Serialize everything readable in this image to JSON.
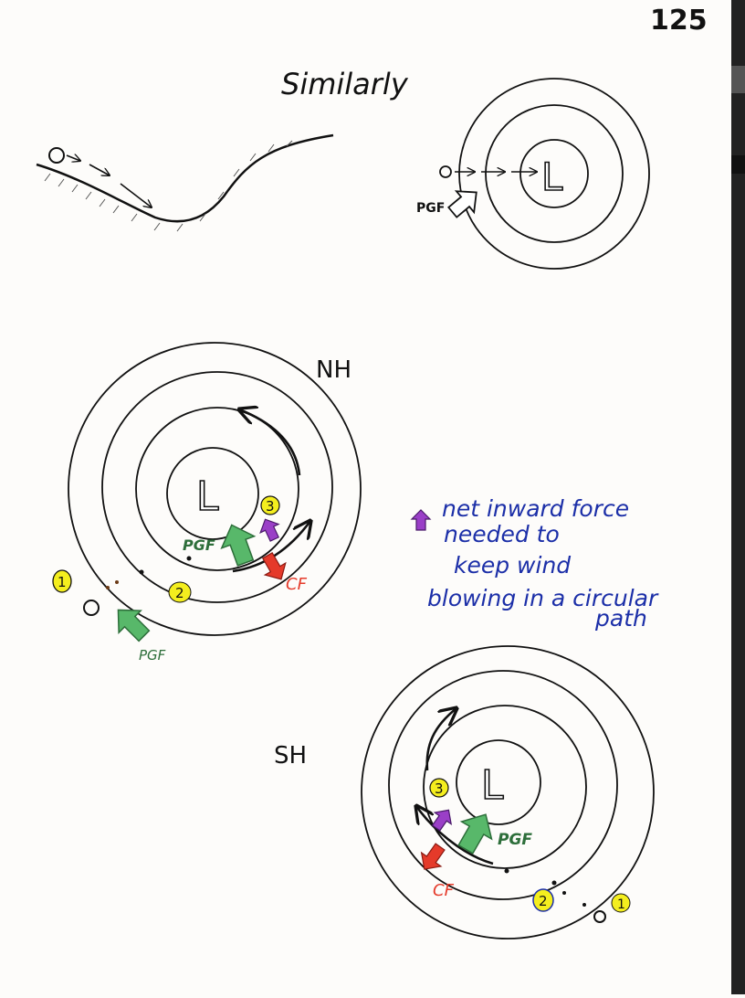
{
  "page_number": "125",
  "title": "Similarly",
  "low_label": "L",
  "pgf_label": "PGF",
  "cf_label": "CF",
  "nh_label": "NH",
  "sh_label": "SH",
  "markers": {
    "one": "1",
    "two": "2",
    "three": "3"
  },
  "note_lines": [
    "net inward force",
    "needed to",
    "keep wind",
    "blowing in a circular",
    "path"
  ],
  "colors": {
    "pgf_green": "#58b86a",
    "pgf_text_green": "#2d6e3a",
    "cf_red": "#e53a2a",
    "net_purple": "#9a3fc7",
    "note_blue": "#1c2fa8",
    "marker_yellow": "#f4ee1e",
    "ink": "#111111"
  }
}
